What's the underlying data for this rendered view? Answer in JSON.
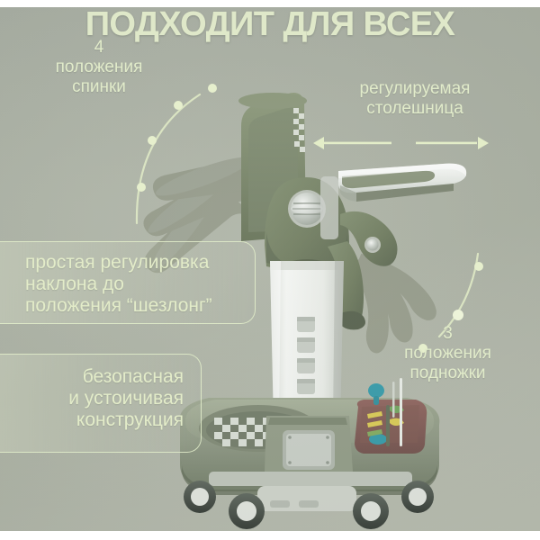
{
  "page": {
    "title": "ПОДХОДИТ ДЛЯ ВСЕХ",
    "language": "ru",
    "background_color": "#a6ac9f",
    "accent_color": "#e1ebca"
  },
  "labels": {
    "backrest": "4\nположения\nспинки",
    "tabletop": "регулируемая\nстолешница",
    "footrest": "3\nположения\nподножки"
  },
  "cards": {
    "tilt": "простая регулировка\nнаклона до\nположения “шезлонг”",
    "safety": "безопасная\nи устоичивая\nконструкция"
  },
  "icons": {
    "double_arrow": "double-headed-arrow-icon",
    "left_arc": "dotted-arc-left-icon",
    "right_arc": "dotted-arc-right-icon"
  },
  "product": {
    "name": "детский стульчик для кормления",
    "colors": {
      "seat_green": "#6d7a5e",
      "seat_green_dark": "#57634a",
      "column_white": "#e9ece8",
      "base_green": "#8b9480",
      "toy_panel_brown": "#7d5550",
      "toy_teal": "#2e97a6",
      "wheel_dark": "#3f4640",
      "metal_silver": "#c4c8c2"
    },
    "features": {
      "backrest_positions": 4,
      "footrest_positions": 3,
      "column_slots": 4
    }
  }
}
